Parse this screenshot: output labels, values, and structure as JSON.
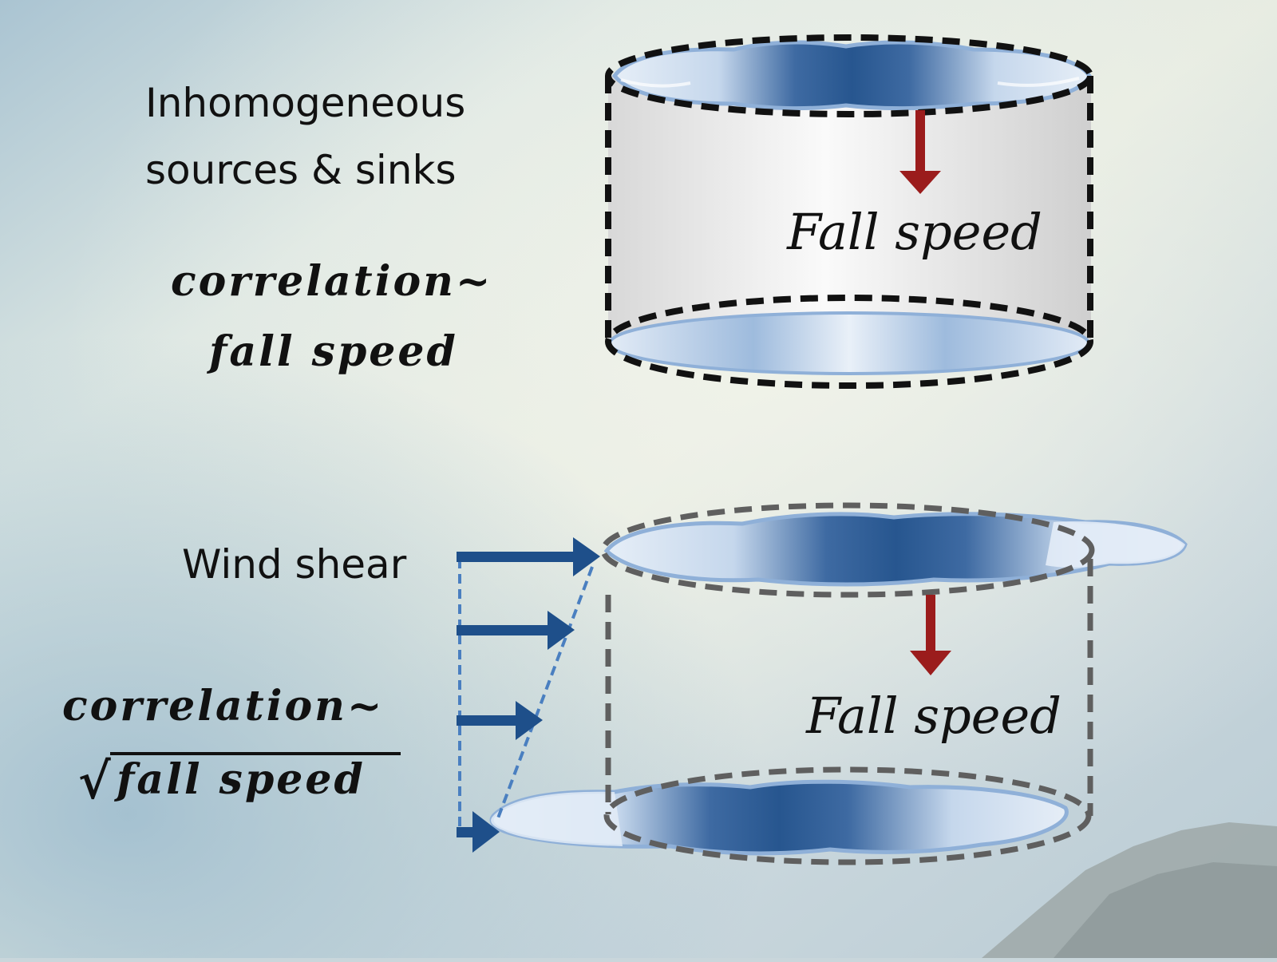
{
  "top_panel": {
    "label_line1": "Inhomogeneous",
    "label_line2": "sources & sinks",
    "fall_speed_label": "Fall speed",
    "formula_line1": "correlation~",
    "formula_line2": "fall speed"
  },
  "bottom_panel": {
    "label": "Wind shear",
    "fall_speed_label": "Fall speed",
    "formula_line1": "correlation~",
    "formula_line2": "fall speed",
    "formula_line2_prefix": "√"
  },
  "colors": {
    "fall_arrow": "#9b1c1c",
    "wind_arrow": "#1e4f8a",
    "cloud_dark": "#27568f",
    "cloud_light": "#dfe9f5",
    "cloud_edge": "#8fb0d8",
    "outline_top": "#111111",
    "outline_bottom": "#5f5f5f",
    "cylinder_fill": "#f0f0f0"
  },
  "icons": {
    "fall_arrow": "down-arrow-icon",
    "wind_arrow": "right-arrow-icon"
  }
}
